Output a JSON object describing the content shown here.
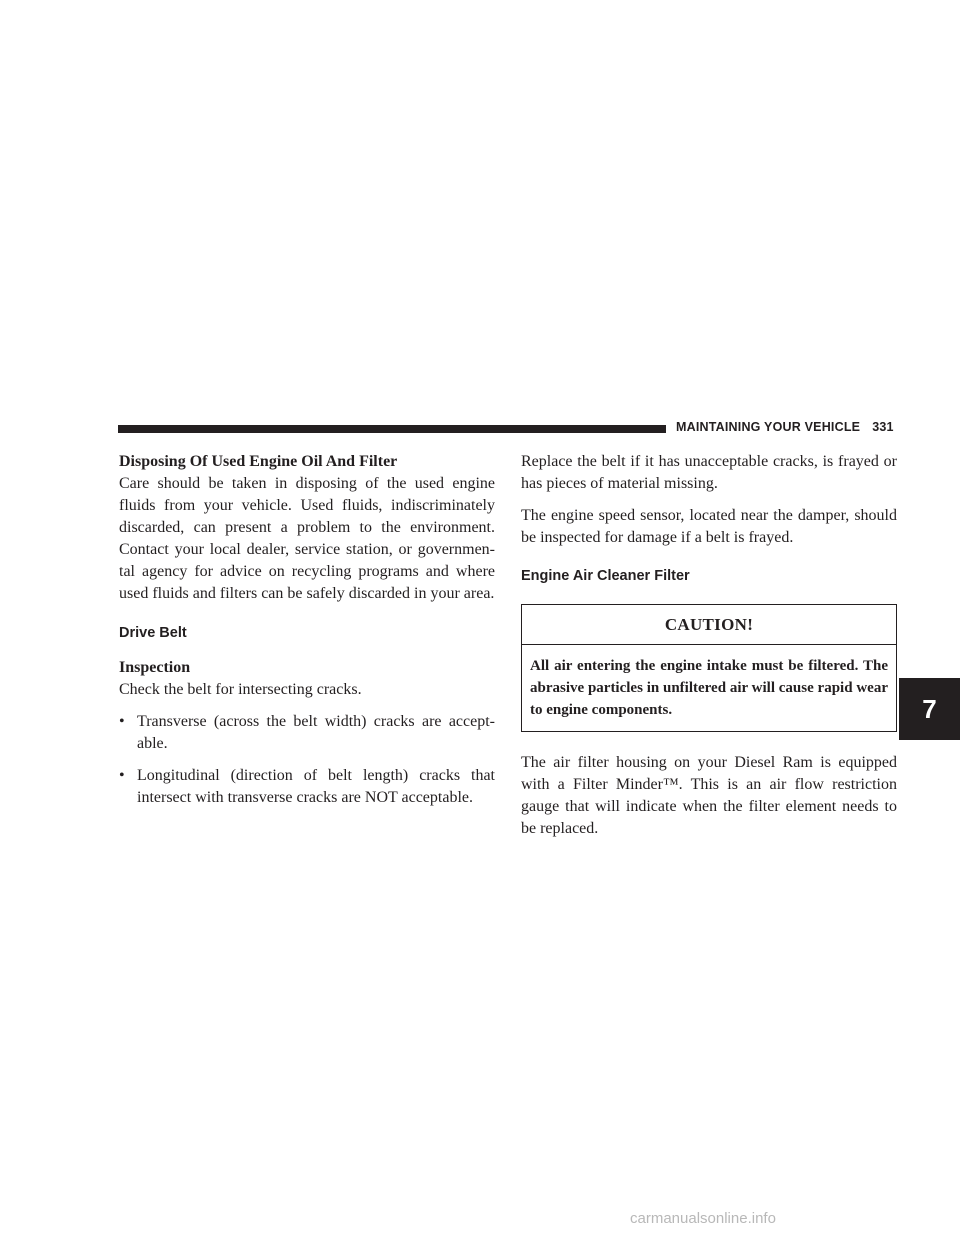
{
  "header": {
    "section_title": "MAINTAINING YOUR VEHICLE",
    "page_number": "331"
  },
  "left_column": {
    "disposing_heading": "Disposing Of Used Engine Oil And Filter",
    "disposing_paragraph": "Care should be taken in disposing of the used engine fluids from your vehicle. Used fluids, indiscriminately discarded, can present a problem to the environment. Contact your local dealer, service station, or governmen-tal agency for advice on recycling programs and where used fluids and filters can be safely discarded in your area.",
    "drive_belt_heading": "Drive Belt",
    "inspection_heading": "Inspection",
    "inspection_intro": "Check the belt for intersecting cracks.",
    "bullets": [
      "Transverse (across the belt width) cracks are accept-able.",
      "Longitudinal (direction of belt length) cracks that intersect with transverse cracks are NOT acceptable."
    ],
    "bullet_glyph": "•"
  },
  "right_column": {
    "replace_paragraph": "Replace the belt if it has unacceptable cracks, is frayed or has pieces of material missing.",
    "sensor_paragraph": "The engine speed sensor, located near the damper, should be inspected for damage if a belt is frayed.",
    "air_cleaner_heading": "Engine Air Cleaner Filter",
    "caution_title": "CAUTION!",
    "caution_text": "All air entering the engine intake must be filtered. The abrasive particles in unfiltered air will cause rapid wear to engine components.",
    "filter_paragraph": "The air filter housing on your Diesel Ram is equipped with a Filter Minder™. This is an air flow restriction gauge that will indicate when the filter element needs to be replaced."
  },
  "chapter_tab": "7",
  "watermark": "carmanualsonline.info"
}
